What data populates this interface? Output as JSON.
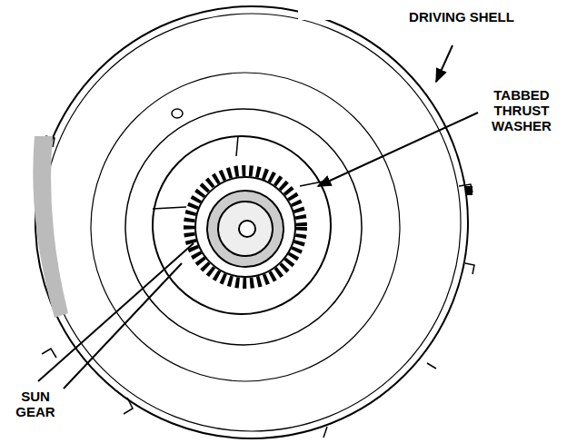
{
  "diagram": {
    "labels": [
      "DRIVING SHELL",
      "TABBED THRUST WASHER",
      "SUN GEAR"
    ]
  }
}
